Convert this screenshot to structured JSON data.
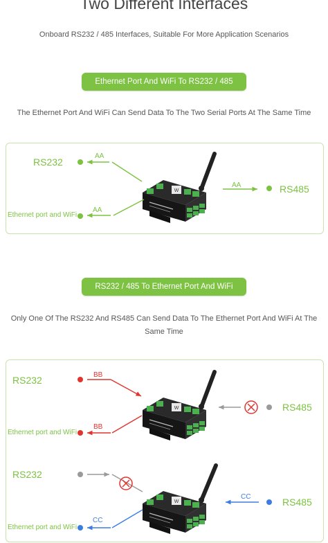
{
  "header": {
    "title": "Two Different Interfaces",
    "subtitle": "Onboard RS232 / 485 Interfaces, Suitable For More Application Scenarios"
  },
  "section1": {
    "button_label": "Ethernet Port And WiFi To RS232 / 485",
    "description": "The Ethernet Port And WiFi Can Send Data To The Two Serial Ports At The Same Time",
    "rs232_label": "RS232",
    "rs485_label": "RS485",
    "eth_label": "Ethernet port and WiFi",
    "edge_rs232": "AA",
    "edge_eth": "AA",
    "edge_rs485": "AA"
  },
  "section2": {
    "button_label": "RS232 / 485 To Ethernet Port And WiFi",
    "description_line1": "Only One Of The RS232 And RS485 Can Send Data To The Ethernet Port And WiFi At The",
    "description_line2": "Same Time",
    "top": {
      "rs232_label": "RS232",
      "rs485_label": "RS485",
      "eth_label": "Ethernet port and WiFi",
      "edge_rs232": "BB",
      "edge_eth": "BB"
    },
    "bottom": {
      "rs232_label": "RS232",
      "rs485_label": "RS485",
      "eth_label": "Ethernet port and WiFi",
      "edge_rs485": "CC",
      "edge_eth": "CC"
    }
  },
  "colors": {
    "accent_green": "#7dc242",
    "red": "#e0342f",
    "gray": "#9a9a9a",
    "blue": "#3c7ee0"
  },
  "icons": [
    "device-icon",
    "antenna-icon",
    "blocked-icon"
  ]
}
